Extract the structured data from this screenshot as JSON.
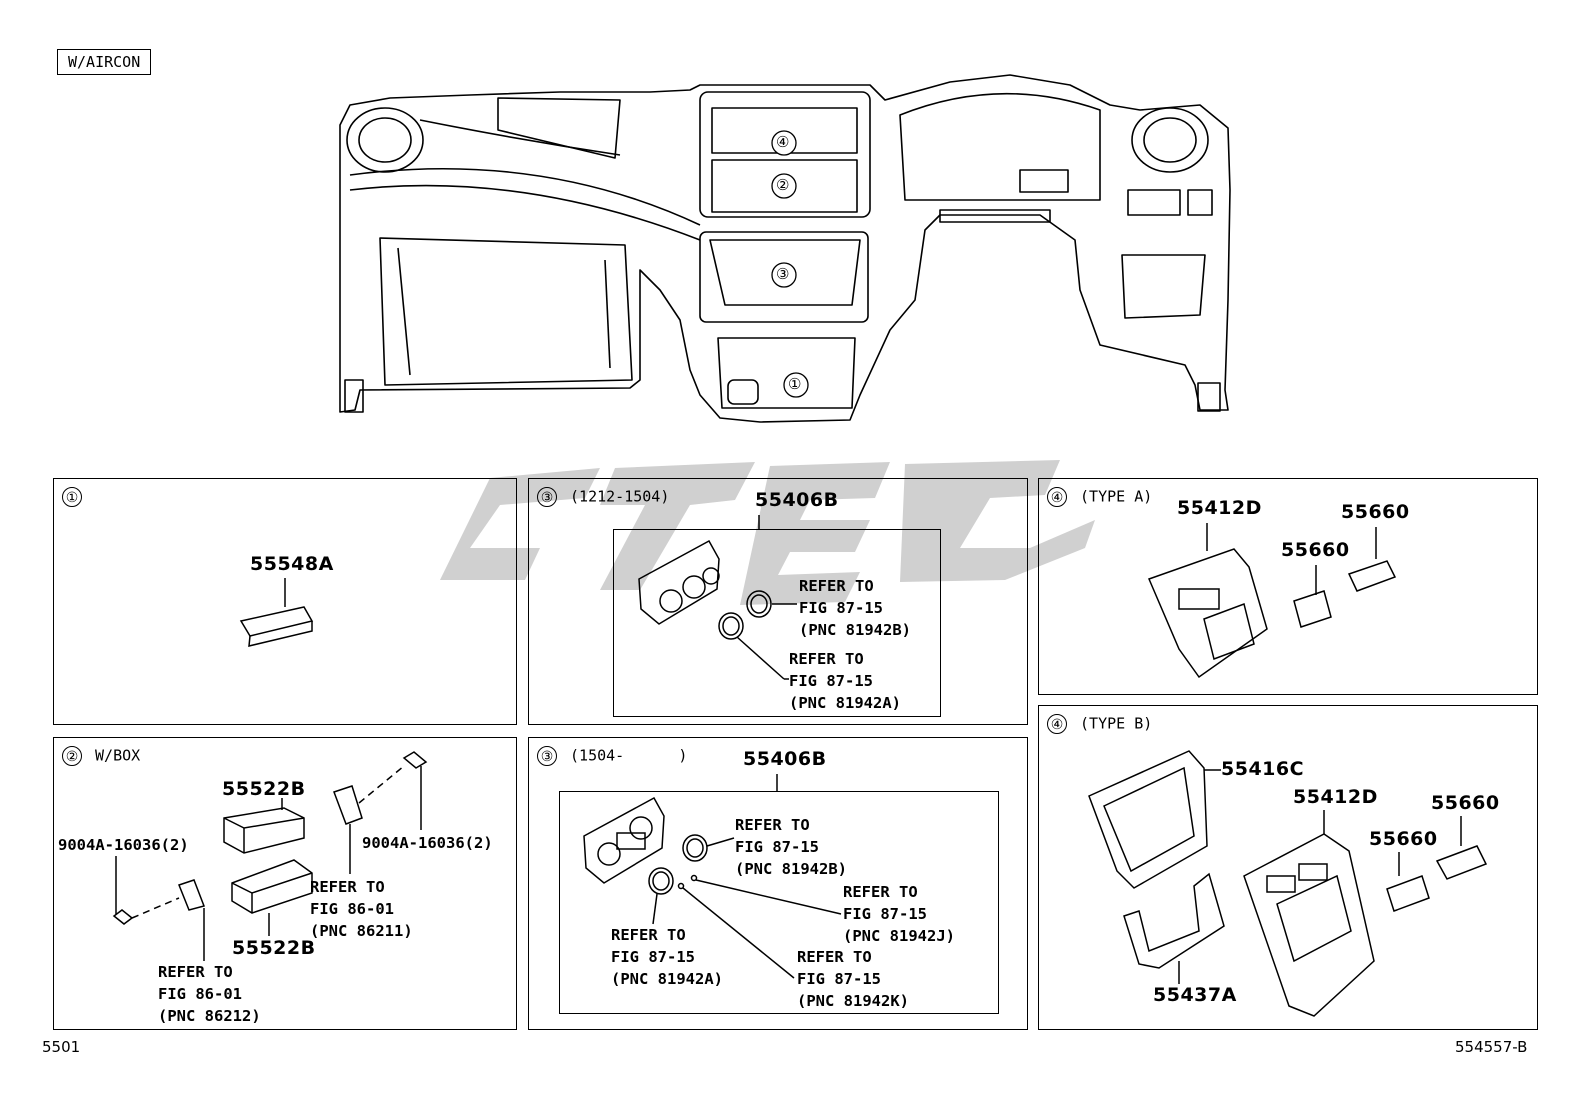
{
  "header_tag": "W/AIRCON",
  "main_diagram": {
    "callouts": [
      "④",
      "②",
      "③",
      "①"
    ]
  },
  "panels": {
    "p1": {
      "num": "①",
      "title": "",
      "parts": [
        "55548A"
      ]
    },
    "p2": {
      "num": "②",
      "title": "W/BOX",
      "parts": [
        "55522B",
        "55522B",
        "9004A-16036(2)",
        "9004A-16036(2)"
      ],
      "refs": [
        [
          "REFER TO",
          "FIG 86-01",
          "(PNC 86211)"
        ],
        [
          "REFER TO",
          "FIG 86-01",
          "(PNC 86212)"
        ]
      ]
    },
    "p3a": {
      "num": "③",
      "title": "(1212-1504)",
      "parts": [
        "55406B"
      ],
      "refs": [
        [
          "REFER TO",
          "FIG 87-15",
          "(PNC 81942B)"
        ],
        [
          "REFER TO",
          "FIG 87-15",
          "(PNC 81942A)"
        ]
      ]
    },
    "p3b": {
      "num": "③",
      "title": "(1504-      )",
      "parts": [
        "55406B"
      ],
      "refs": [
        [
          "REFER TO",
          "FIG 87-15",
          "(PNC 81942B)"
        ],
        [
          "REFER TO",
          "FIG 87-15",
          "(PNC 81942J)"
        ],
        [
          "REFER TO",
          "FIG 87-15",
          "(PNC 81942A)"
        ],
        [
          "REFER TO",
          "FIG 87-15",
          "(PNC 81942K)"
        ]
      ]
    },
    "p4a": {
      "num": "④",
      "title": "(TYPE A)",
      "parts": [
        "55412D",
        "55660",
        "55660"
      ]
    },
    "p4b": {
      "num": "④",
      "title": "(TYPE B)",
      "parts": [
        "55416C",
        "55412D",
        "55660",
        "55660",
        "55437A"
      ]
    }
  },
  "footer": {
    "left": "5501",
    "right": "554557-B"
  },
  "colors": {
    "line": "#000000",
    "watermark": "#c8c8c8"
  }
}
